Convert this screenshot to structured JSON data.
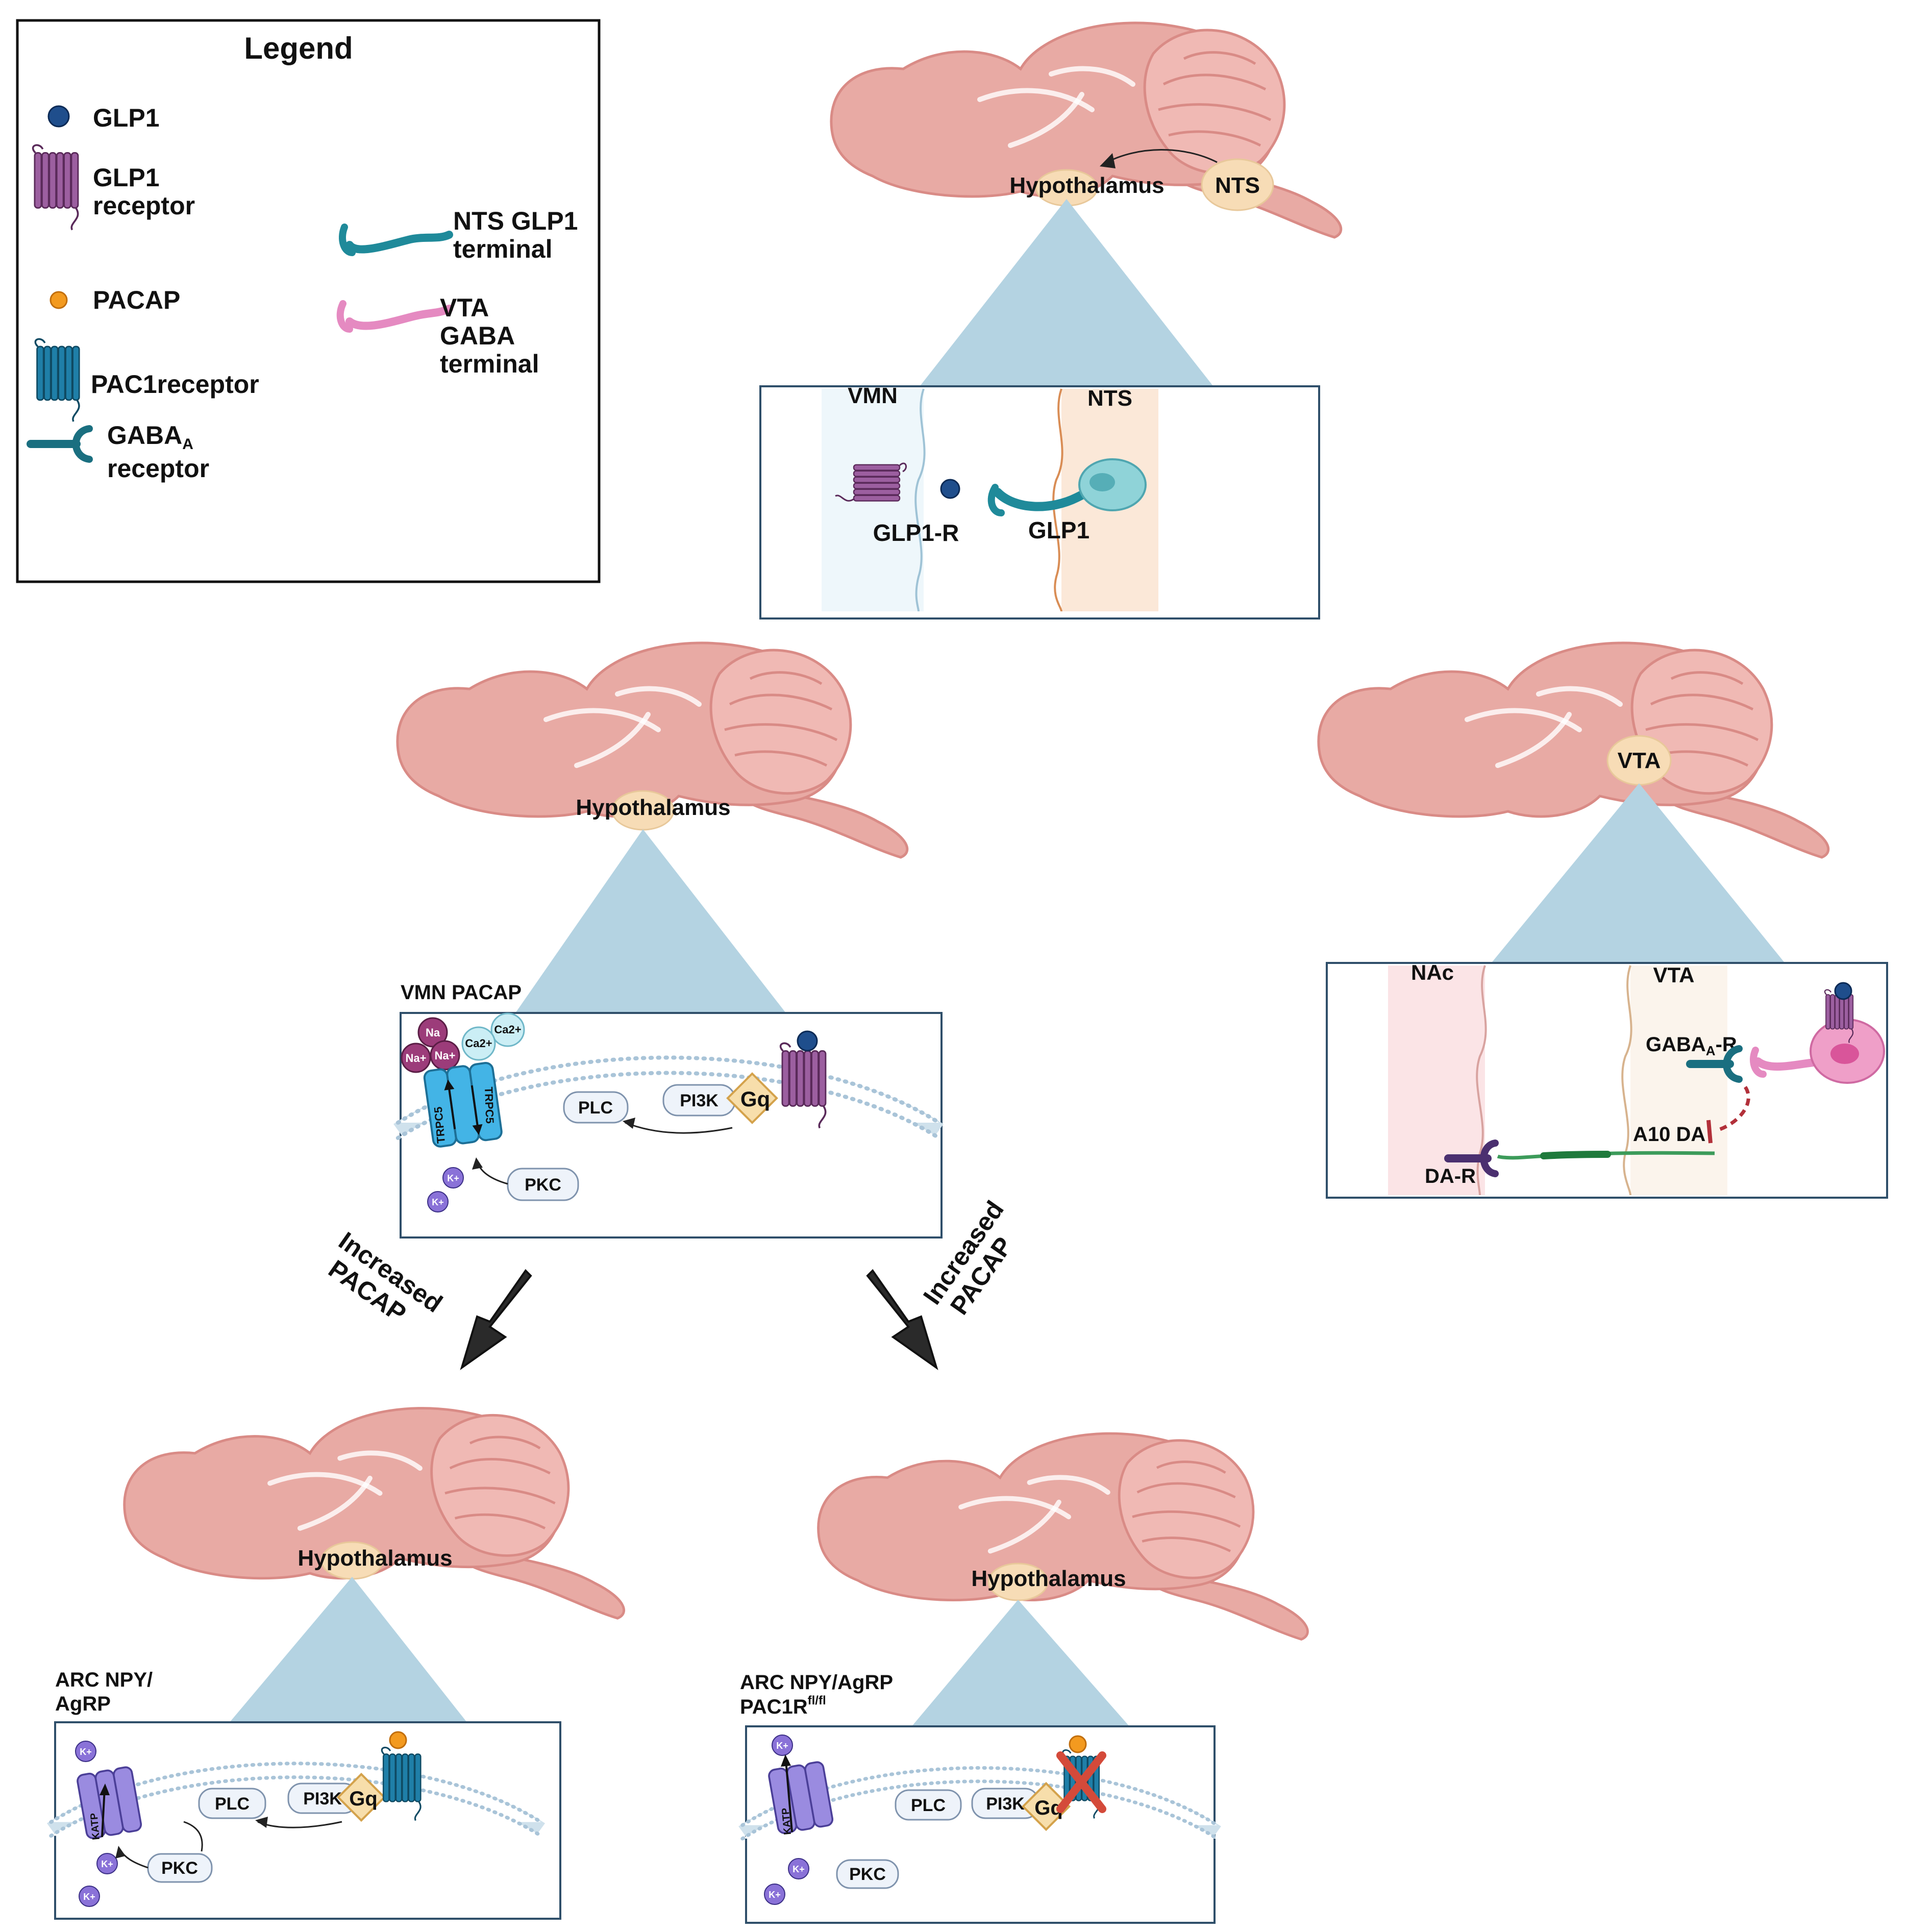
{
  "legend": {
    "title": "Legend",
    "glp1": "GLP1",
    "glp1_receptor_1": "GLP1",
    "glp1_receptor_2": "receptor",
    "pacap": "PACAP",
    "pac1_receptor": "PAC1receptor",
    "gaba_a_1": "GABA",
    "gaba_a_sub": "A",
    "gaba_a_2": "receptor",
    "nts_terminal_1": "NTS GLP1",
    "nts_terminal_2": "terminal",
    "vta_terminal_1": "VTA",
    "vta_terminal_2": "GABA",
    "vta_terminal_3": "terminal"
  },
  "top": {
    "hypothalamus": "Hypothalamus",
    "nts": "NTS",
    "panel_vmn": "VMN",
    "panel_nts": "NTS",
    "glp1r": "GLP1-R",
    "glp1": "GLP1"
  },
  "middle": {
    "hypothalamus": "Hypothalamus",
    "title": "VMN PACAP",
    "na1": "Na",
    "na2": "Na+",
    "na3": "Na+",
    "ca1": "Ca2+",
    "ca2": "Ca2+",
    "trpc5": "TRPC5",
    "k1": "K+",
    "k2": "K+",
    "plc": "PLC",
    "pi3k": "PI3K",
    "gq": "Gq",
    "pkc": "PKC"
  },
  "vta": {
    "vta_label": "VTA",
    "nac": "NAc",
    "vta": "VTA",
    "gabaar": "GABA",
    "gabaar_sub": "A",
    "gabaar_tail": "-R",
    "a10": "A10 DA",
    "dar": "DA-R"
  },
  "arrows": {
    "left_1": "Increased",
    "left_2": "PACAP",
    "right_1": "Increased",
    "right_2": "PACAP"
  },
  "bottom_left": {
    "hypothalamus": "Hypothalamus",
    "title_1": "ARC NPY/",
    "title_2": "AgRP",
    "k1": "K+",
    "k2": "K+",
    "k3": "K+",
    "katp": "KATP",
    "plc": "PLC",
    "pi3k": "PI3K",
    "gq": "Gq",
    "pkc": "PKC"
  },
  "bottom_right": {
    "hypothalamus": "Hypothalamus",
    "title_1": "ARC NPY/AgRP",
    "title_2": "PAC1R",
    "title_sup": "fl/fl",
    "k1": "K+",
    "k2": "K+",
    "k3": "K+",
    "katp": "KATP",
    "plc": "PLC",
    "pi3k": "PI3K",
    "gq": "Gq",
    "pkc": "PKC"
  }
}
